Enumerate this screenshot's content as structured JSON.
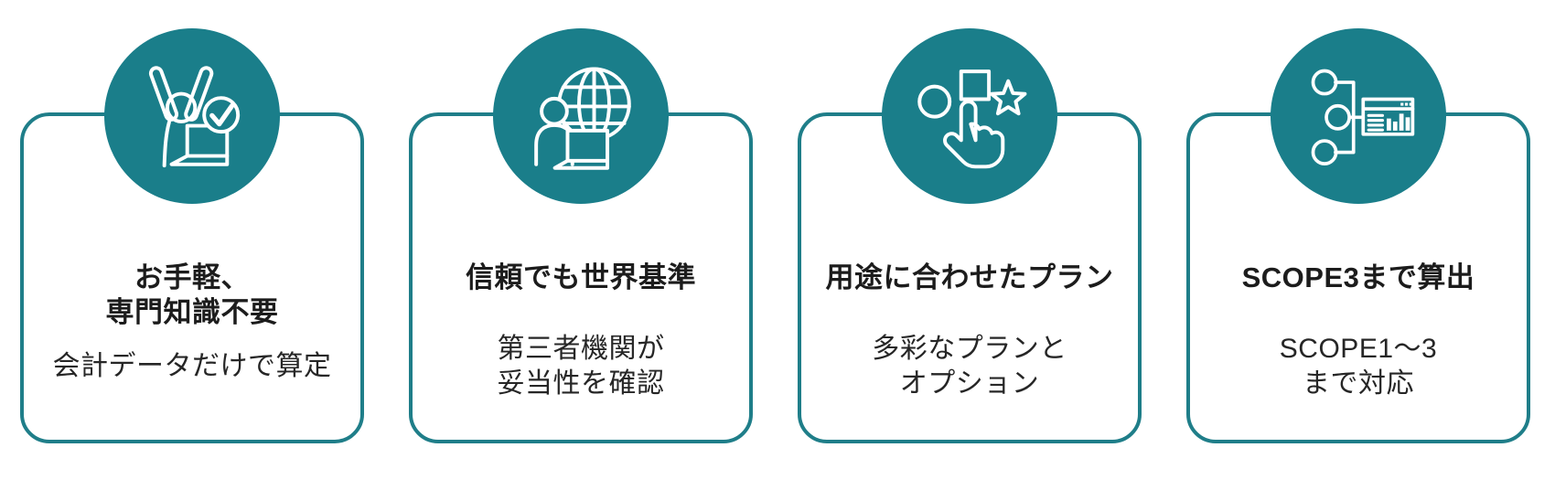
{
  "section": {
    "name": "feature-highlights",
    "background_color": "#ffffff",
    "accent_color": "#1a7e8a",
    "card_border_color": "#1f7e89",
    "icon_stroke_color": "#ffffff",
    "title_color": "#1c1c1c",
    "subtitle_color": "#262626"
  },
  "cards": [
    {
      "icon": "cheering-person-laptop-check-icon",
      "title": "お手軽、\n専門知識不要",
      "subtitle": "会計データだけで算定"
    },
    {
      "icon": "person-globe-laptop-icon",
      "title": "信頼でも世界基準",
      "subtitle": "第三者機関が\n妥当性を確認"
    },
    {
      "icon": "hand-selecting-shapes-icon",
      "title": "用途に合わせたプラン",
      "subtitle": "多彩なプランと\nオプション"
    },
    {
      "icon": "flowchart-dashboard-icon",
      "title": "SCOPE3まで算出",
      "subtitle": "SCOPE1～3\nまで対応"
    }
  ]
}
